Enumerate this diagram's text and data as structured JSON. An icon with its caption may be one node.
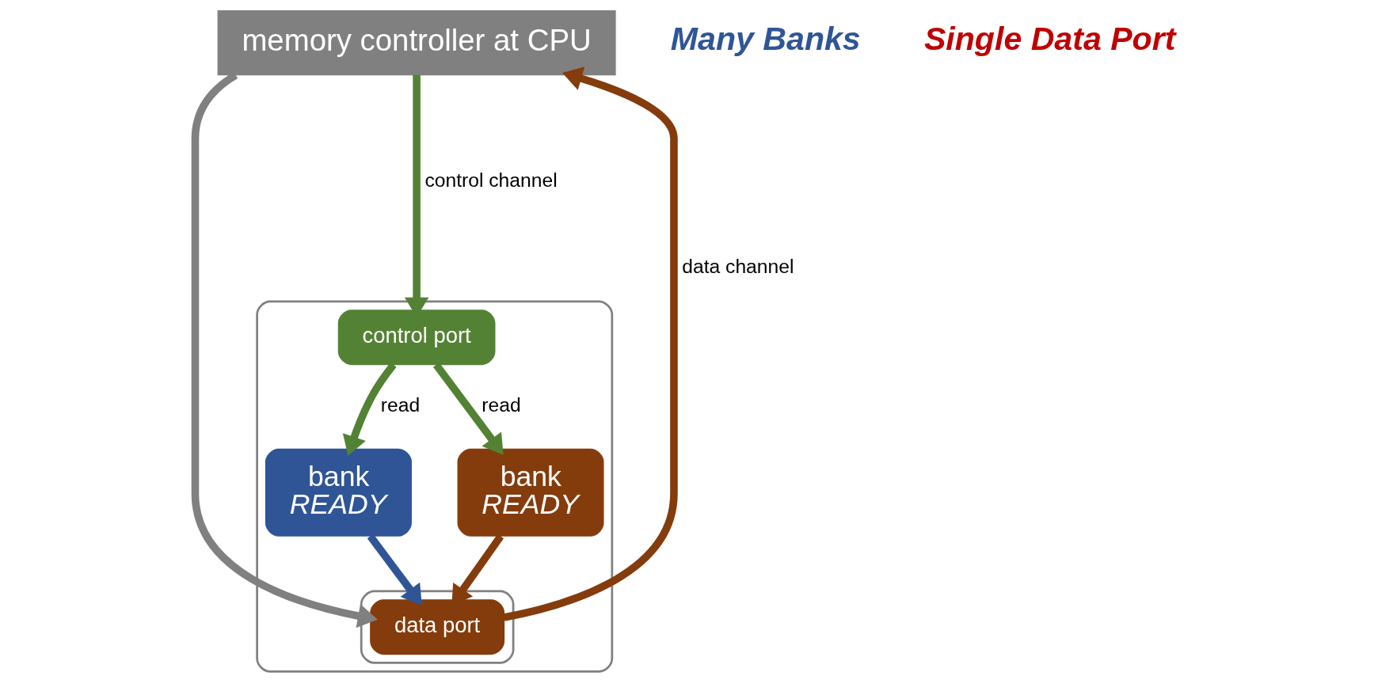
{
  "diagram": {
    "nodes": [
      {
        "text": [
          "memory controller at CPU"
        ]
      },
      {
        "text": [],
        "shape": "box"
      },
      {
        "text": [
          "bank",
          "READY"
        ],
        "in": 1
      },
      {
        "text": [
          "bank",
          "READY"
        ],
        "in": 1
      },
      {
        "text": [],
        "shape": "box",
        "in": 1
      },
      {
        "text": [
          "data port"
        ],
        "in": 4
      },
      {
        "text": [
          "control port"
        ],
        "in": 1
      }
    ],
    "edges": [
      {
        "from": 5,
        "to": 0,
        "arrow": "to",
        "color": "#843c0c",
        "label": "data channel"
      },
      {
        "from": 0,
        "to": 5,
        "arrow": "to",
        "color": "#808080"
      },
      {
        "from": 0,
        "to": 6,
        "arrow": "to",
        "color": "#548235",
        "label": "control channel"
      },
      {
        "from": 2,
        "to": 5,
        "arrow": "to",
        "color": "#2f5597"
      },
      {
        "from": 3,
        "to": 5,
        "arrow": "to",
        "color": "#843c0c"
      },
      {
        "from": 6,
        "to": 2,
        "arrow": "to",
        "color": "#548235",
        "label": "read"
      },
      {
        "from": 6,
        "to": 3,
        "arrow": "to",
        "color": "#548235",
        "label": "read"
      }
    ],
    "labels": [
      "Many Banks",
      "Single Data Port"
    ]
  }
}
